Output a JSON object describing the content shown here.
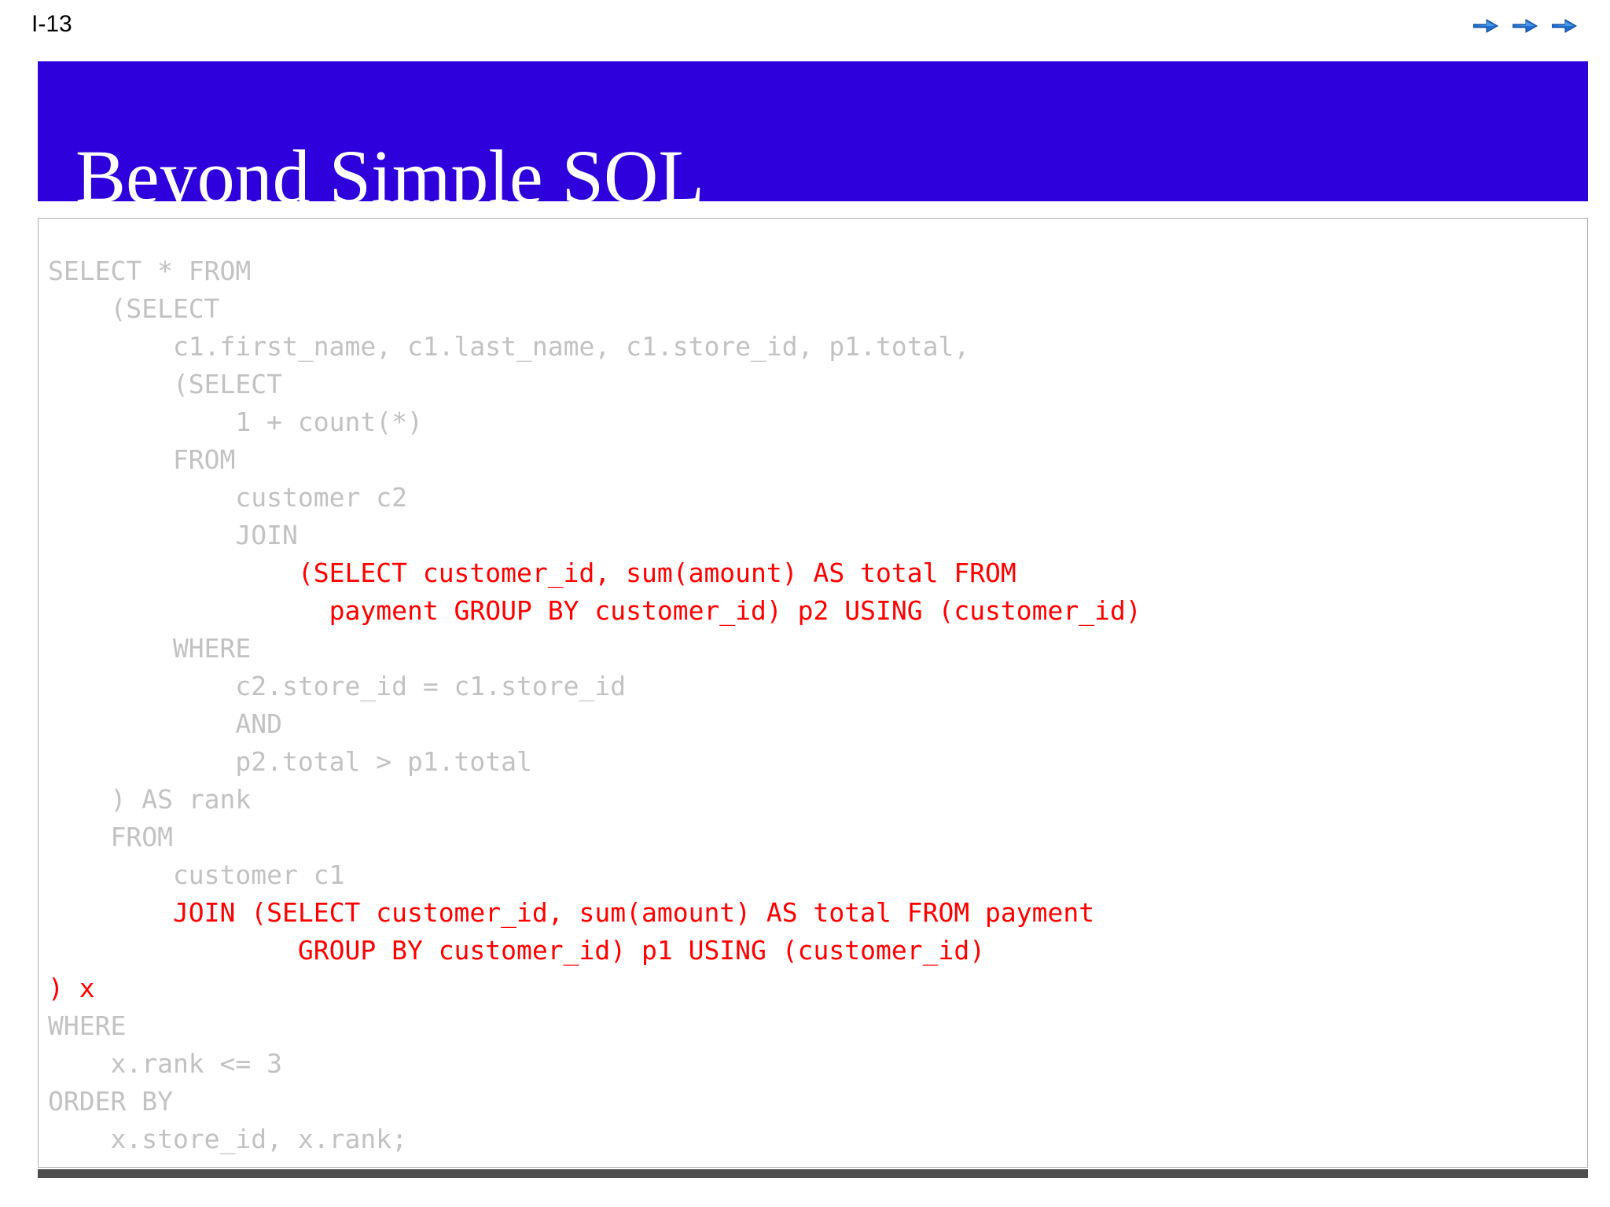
{
  "slide": {
    "number_label": "I-13",
    "title": "Beyond Simple SQL",
    "title_bar_color": "#2d00dc",
    "title_text_color": "#ffffff",
    "bottom_bar_color": "#4d4d4d"
  },
  "nav": {
    "icons": [
      {
        "name": "arrow-right-icon-1",
        "label": "Next",
        "color": "#1f6fd0"
      },
      {
        "name": "arrow-right-icon-2",
        "label": "Next section",
        "color": "#1f6fd0"
      },
      {
        "name": "arrow-right-icon-3",
        "label": "Last slide",
        "color": "#1f6fd0"
      }
    ]
  },
  "code": {
    "language": "sql",
    "plain_color": "#c2c2c2",
    "highlight_color": "#ff0000",
    "lines": [
      {
        "text": "SELECT * FROM",
        "highlight": false
      },
      {
        "text": "    (SELECT",
        "highlight": false
      },
      {
        "text": "        c1.first_name, c1.last_name, c1.store_id, p1.total,",
        "highlight": false
      },
      {
        "text": "        (SELECT",
        "highlight": false
      },
      {
        "text": "            1 + count(*)",
        "highlight": false
      },
      {
        "text": "        FROM",
        "highlight": false
      },
      {
        "text": "            customer c2",
        "highlight": false
      },
      {
        "text": "            JOIN",
        "highlight": false
      },
      {
        "text": "                (SELECT customer_id, sum(amount) AS total FROM",
        "highlight": true
      },
      {
        "text": "                  payment GROUP BY customer_id) p2 USING (customer_id)",
        "highlight": true
      },
      {
        "text": "        WHERE",
        "highlight": false
      },
      {
        "text": "            c2.store_id = c1.store_id",
        "highlight": false
      },
      {
        "text": "            AND",
        "highlight": false
      },
      {
        "text": "            p2.total > p1.total",
        "highlight": false
      },
      {
        "text": "    ) AS rank",
        "highlight": false
      },
      {
        "text": "    FROM",
        "highlight": false
      },
      {
        "text": "        customer c1",
        "highlight": false
      },
      {
        "text": "        JOIN (SELECT customer_id, sum(amount) AS total FROM payment",
        "highlight": true
      },
      {
        "text": "                GROUP BY customer_id) p1 USING (customer_id)",
        "highlight": true
      },
      {
        "text": ") x",
        "highlight": true
      },
      {
        "text": "WHERE",
        "highlight": false
      },
      {
        "text": "    x.rank <= 3",
        "highlight": false
      },
      {
        "text": "ORDER BY",
        "highlight": false
      },
      {
        "text": "    x.store_id, x.rank;",
        "highlight": false
      }
    ]
  }
}
